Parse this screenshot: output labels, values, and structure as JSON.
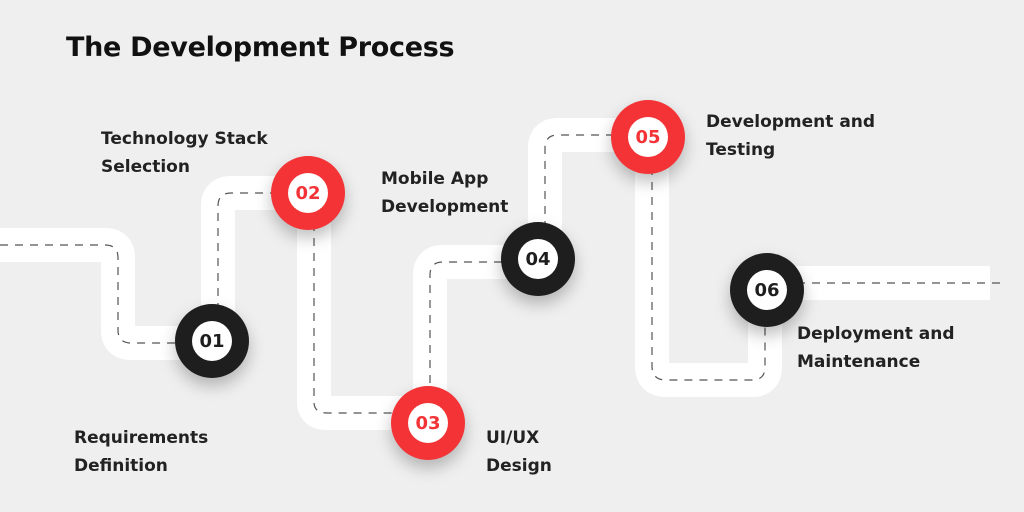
{
  "title": "The Development Process",
  "colors": {
    "red": "#f33336",
    "black": "#1e1e1e"
  },
  "steps": [
    {
      "num": "01",
      "label1": "Requirements",
      "label2": "Definition",
      "color": "black"
    },
    {
      "num": "02",
      "label1": "Technology Stack",
      "label2": "Selection",
      "color": "red"
    },
    {
      "num": "03",
      "label1": "UI/UX",
      "label2": "Design",
      "color": "red"
    },
    {
      "num": "04",
      "label1": "Mobile App",
      "label2": "Development",
      "color": "black"
    },
    {
      "num": "05",
      "label1": "Development and",
      "label2": "Testing",
      "color": "red"
    },
    {
      "num": "06",
      "label1": "Deployment and",
      "label2": "Maintenance",
      "color": "black"
    }
  ]
}
